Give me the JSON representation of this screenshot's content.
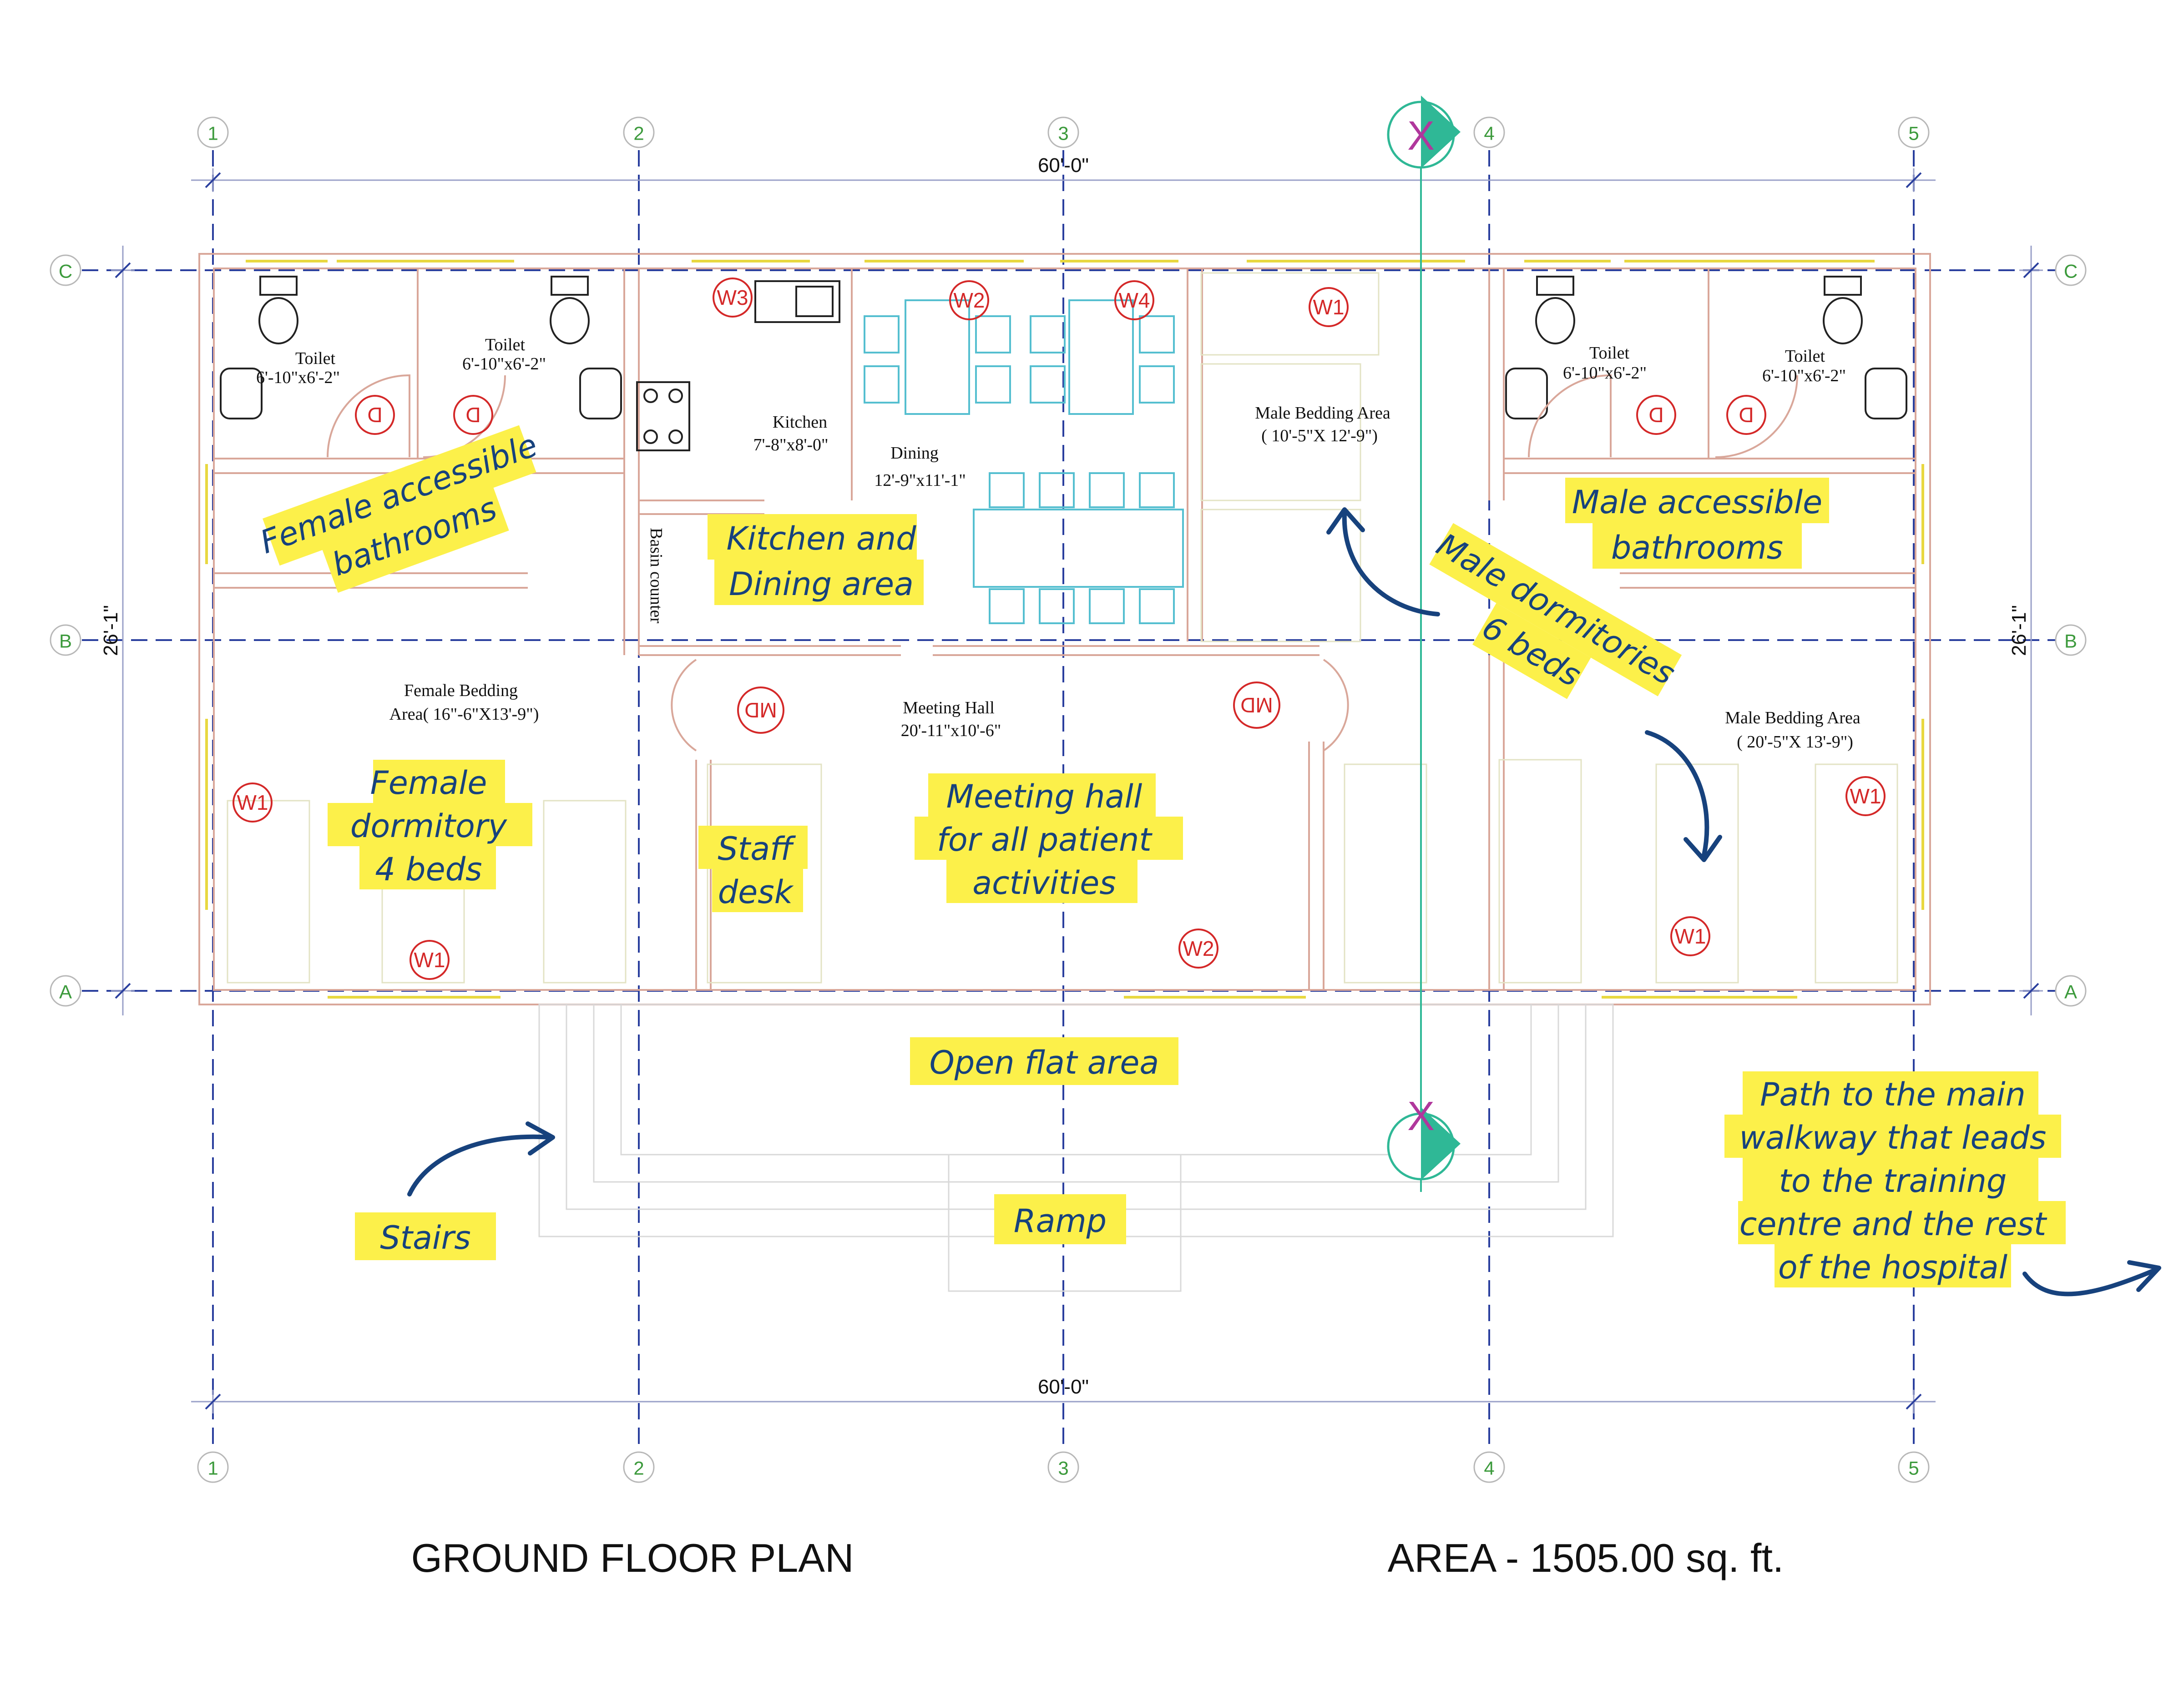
{
  "drawing": {
    "title": "GROUND FLOOR PLAN",
    "area": "AREA - 1505.00 sq. ft.",
    "dimensions": {
      "width_top": "60'-0\"",
      "width_bottom": "60'-0\"",
      "depth_left": "26'-1\"",
      "depth_right": "26'-1\""
    },
    "grid": {
      "columns": [
        "1",
        "2",
        "3",
        "4",
        "5"
      ],
      "rows": [
        "C",
        "B",
        "A"
      ]
    },
    "section_marker": "X",
    "colors": {
      "grid": "#3c9a3c",
      "gridline": "#2a3f9e",
      "wall": "#d9a79a",
      "tag": "#d42828",
      "note_bg": "#fcf04a",
      "note_text": "#17427d",
      "furniture": "#55bfd0",
      "section": "#2fb896"
    }
  },
  "rooms": [
    {
      "name": "Toilet",
      "size": "6'-10\"x6'-2\""
    },
    {
      "name": "Toilet",
      "size": "6'-10\"x6'-2\""
    },
    {
      "name": "Kitchen",
      "size": "7'-8\"x8'-0\""
    },
    {
      "name": "Dining",
      "size": "12'-9\"x11'-1\""
    },
    {
      "name": "Male Bedding Area",
      "size": "( 10'-5\"X 12'-9\")"
    },
    {
      "name": "Toilet",
      "size": "6'-10\"x6'-2\""
    },
    {
      "name": "Toilet",
      "size": "6'-10\"x6'-2\""
    },
    {
      "name": "Basin counter",
      "size": ""
    },
    {
      "name": "Female Bedding",
      "size": "Area( 16\"-6\"X13'-9\")"
    },
    {
      "name": "Meeting Hall",
      "size": "20'-11\"x10'-6\""
    },
    {
      "name": "Male Bedding Area",
      "size": "( 20'-5\"X 13'-9\")"
    }
  ],
  "tags": [
    "W3",
    "W2",
    "W4",
    "W1",
    "D",
    "D",
    "D",
    "D",
    "W1",
    "W1",
    "MD",
    "MD",
    "W2",
    "W1",
    "W1"
  ],
  "notes": [
    {
      "lines": [
        "Female accessible",
        "bathrooms"
      ]
    },
    {
      "lines": [
        "Kitchen and",
        "Dining area"
      ]
    },
    {
      "lines": [
        "Male accessible",
        "bathrooms"
      ]
    },
    {
      "lines": [
        "Male dormitories",
        "6 beds"
      ]
    },
    {
      "lines": [
        "Female",
        "dormitory",
        "4 beds"
      ]
    },
    {
      "lines": [
        "Staff",
        "desk"
      ]
    },
    {
      "lines": [
        "Meeting hall",
        "for all patient",
        "activities"
      ]
    },
    {
      "lines": [
        "Open flat area"
      ]
    },
    {
      "lines": [
        "Stairs"
      ]
    },
    {
      "lines": [
        "Ramp"
      ]
    },
    {
      "lines": [
        "Path to the main",
        "walkway that leads",
        "to the training",
        "centre and the rest",
        "of the hospital"
      ]
    }
  ]
}
